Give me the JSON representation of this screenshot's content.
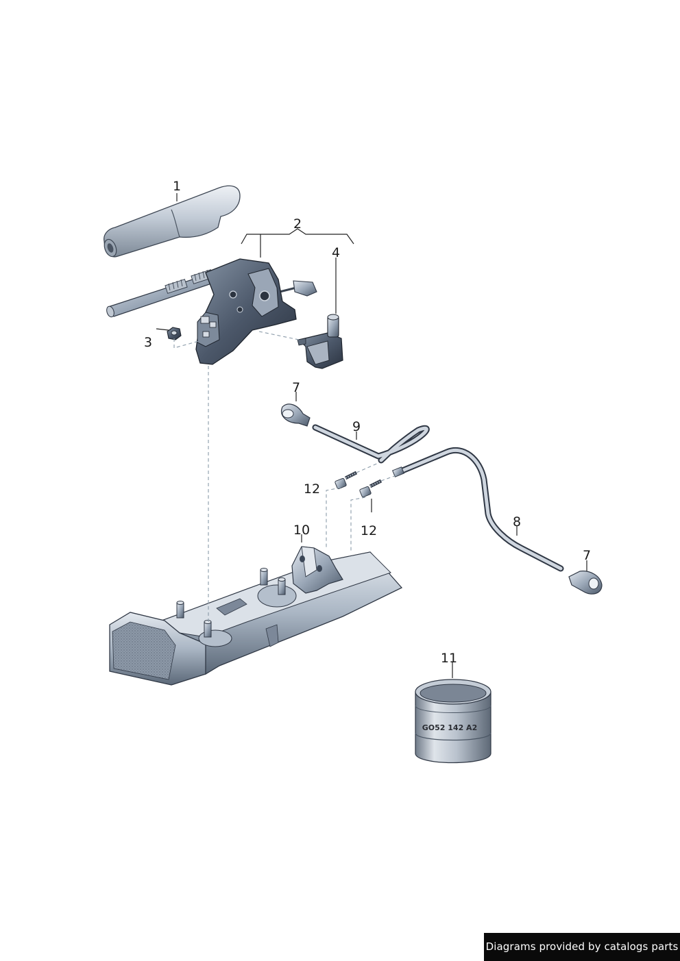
{
  "callouts": {
    "c1": "1",
    "c2": "2",
    "c3": "3",
    "c4": "4",
    "c7a": "7",
    "c9": "9",
    "c12a": "12",
    "c10": "10",
    "c12b": "12",
    "c8": "8",
    "c7b": "7",
    "c11": "11"
  },
  "part11_stamp": "GO52 142 A2",
  "footer": {
    "credit": "Diagrams provided by catalogs parts"
  },
  "colors": {
    "part_fill": "#c9d2de",
    "part_shade": "#6c7c90",
    "dark_fill": "#3b4656",
    "line": "#222222"
  }
}
